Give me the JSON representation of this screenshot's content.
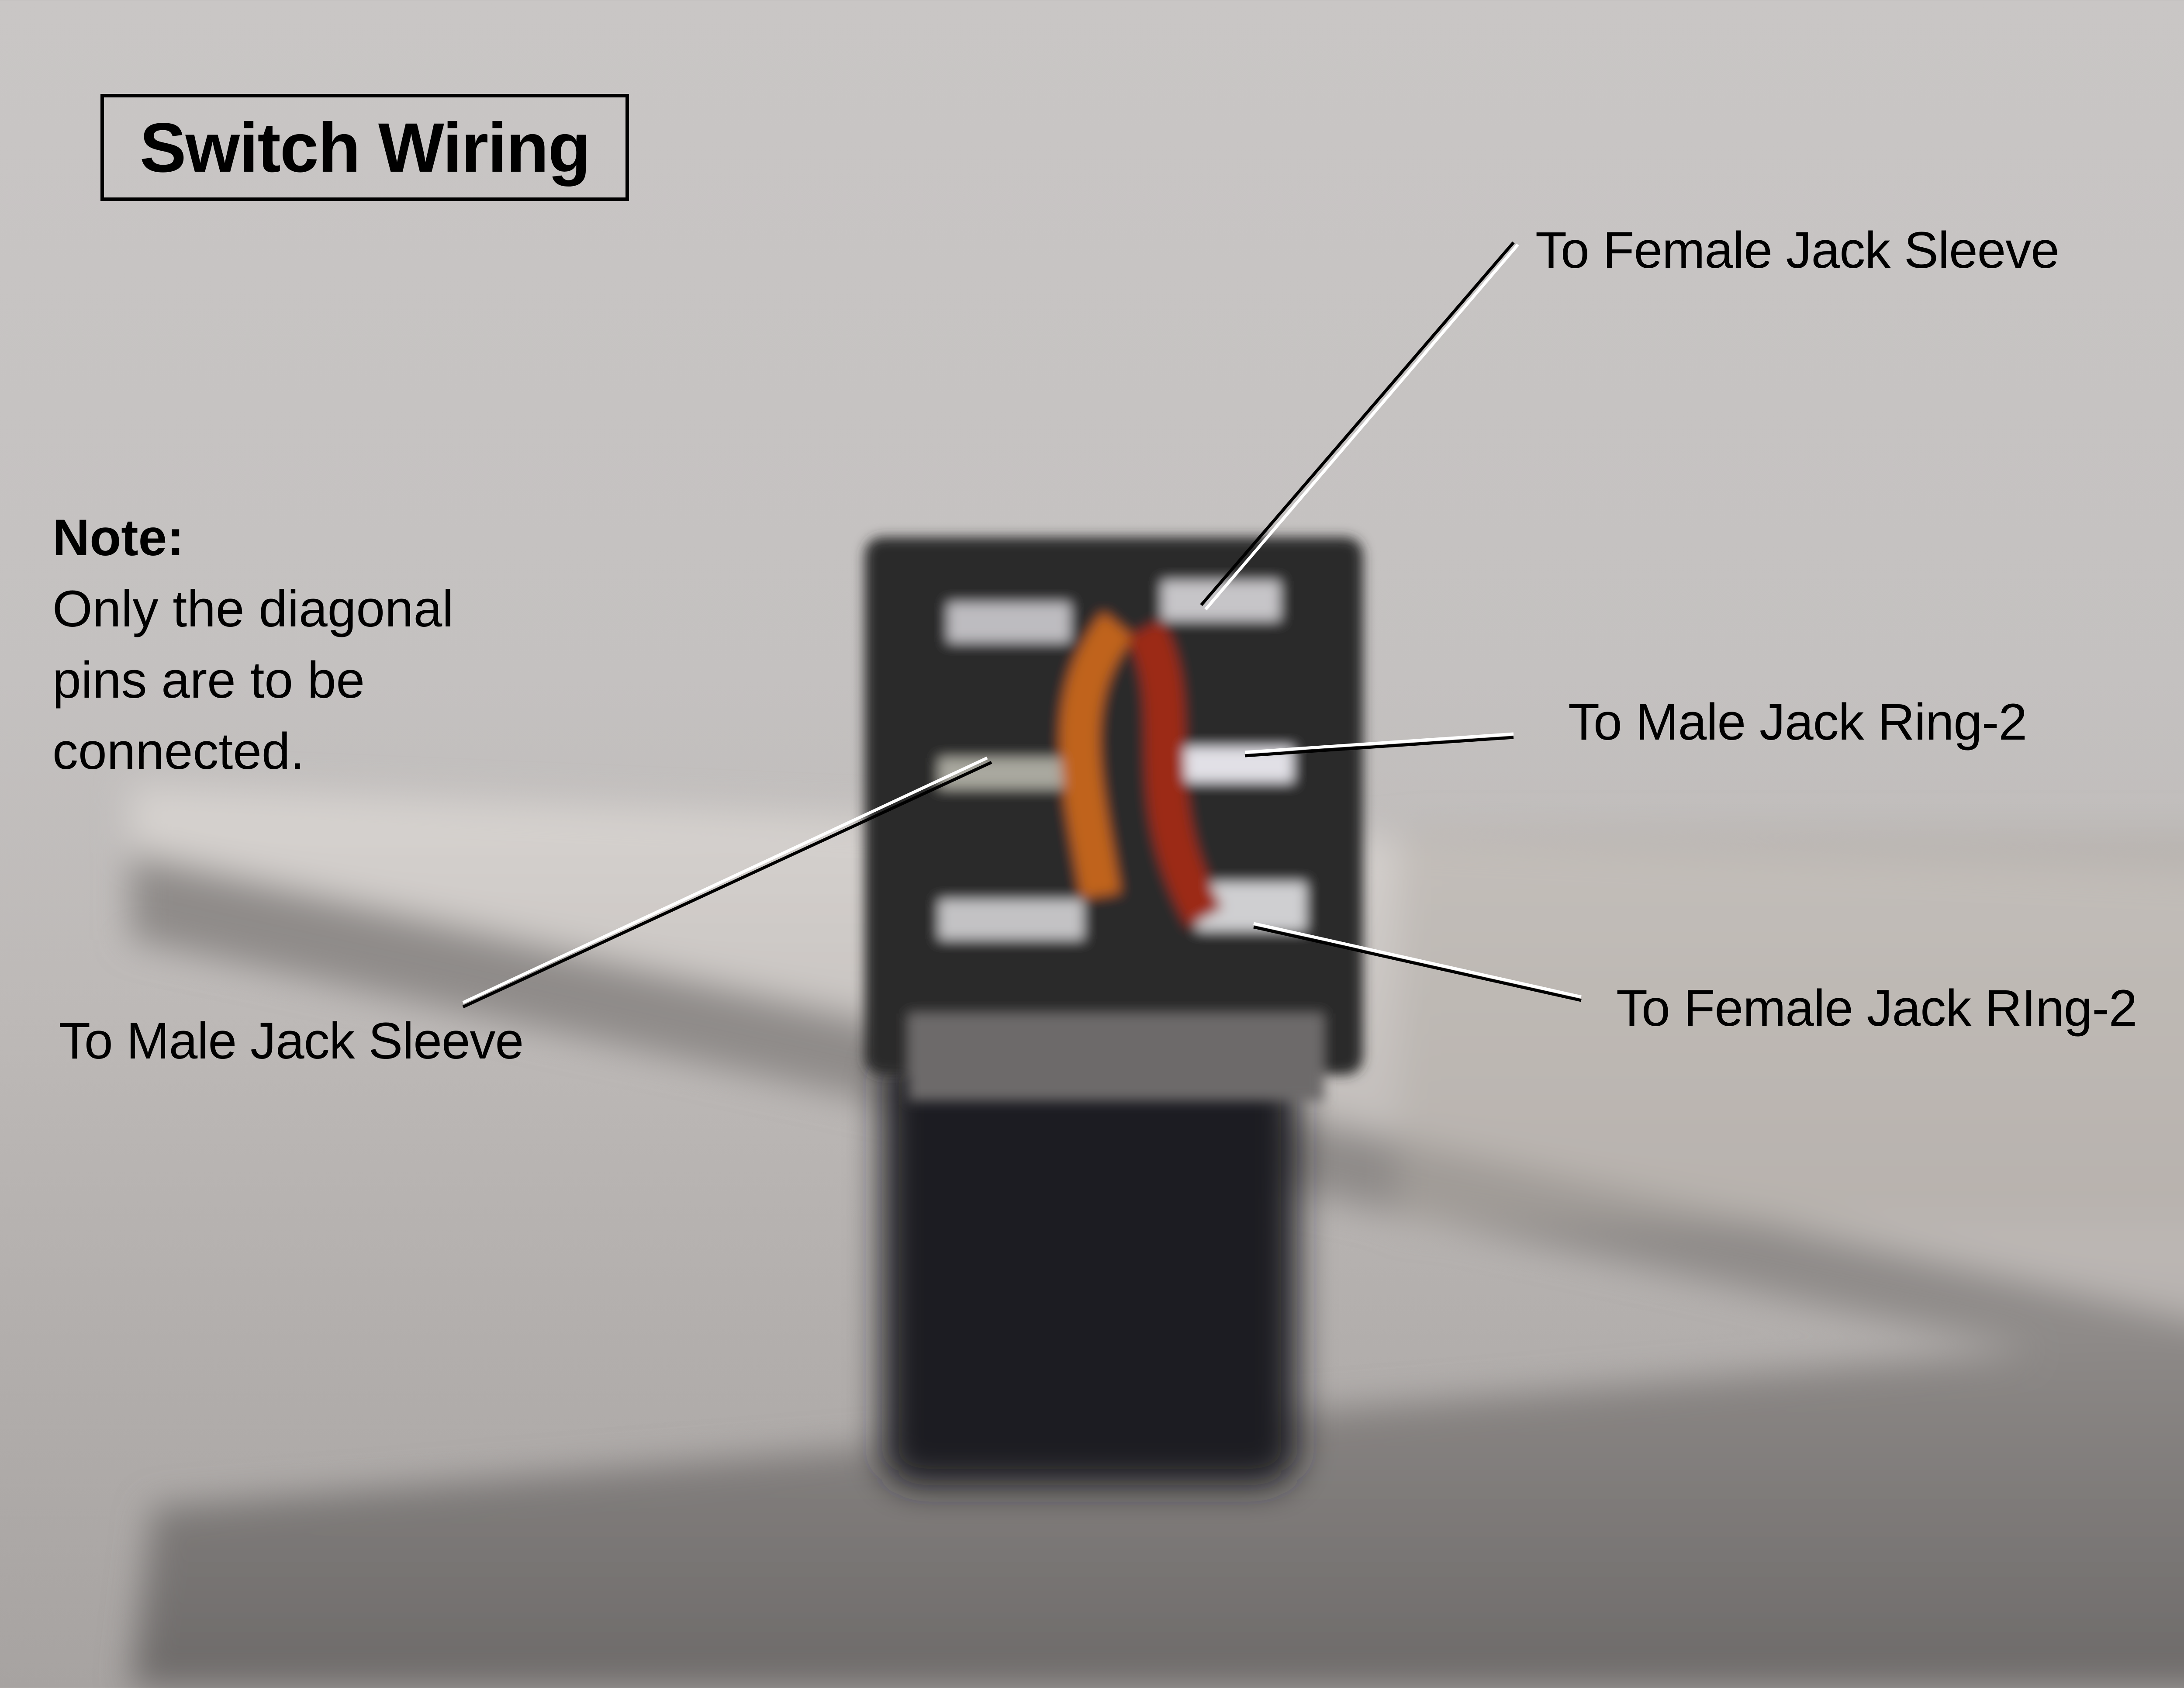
{
  "title": "Switch Wiring",
  "note": {
    "heading": "Note:",
    "lines": [
      "Only the diagonal",
      "pins are to be",
      "connected."
    ]
  },
  "callouts": [
    {
      "id": "female-jack-sleeve",
      "label": "To Female Jack Sleeve"
    },
    {
      "id": "male-jack-ring-2",
      "label": "To Male Jack Ring-2"
    },
    {
      "id": "male-jack-sleeve",
      "label": "To Male Jack Sleeve"
    },
    {
      "id": "female-jack-ring-2",
      "label": "To Female Jack RIng-2"
    }
  ],
  "colors": {
    "background": "#c6c3c2",
    "switch_body": "#2a2a2c",
    "pin": "#cfcfd2",
    "wire_copper": "#c0641c",
    "wire_red": "#9c2a14",
    "text": "#000000",
    "leader_line": "#ffffff"
  }
}
